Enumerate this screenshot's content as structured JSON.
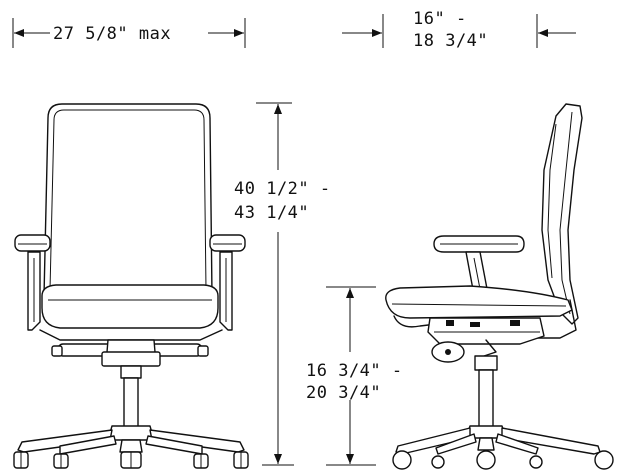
{
  "dimensions": {
    "width": {
      "label": "27 5/8\" max"
    },
    "depth": {
      "line1": "16\" -",
      "line2": "18 3/4\""
    },
    "height": {
      "line1": "40 1/2\" -",
      "line2": "43 1/4\""
    },
    "seat_height": {
      "line1": "16 3/4\" -",
      "line2": "20 3/4\""
    }
  },
  "colors": {
    "stroke": "#111111",
    "background": "#ffffff"
  }
}
